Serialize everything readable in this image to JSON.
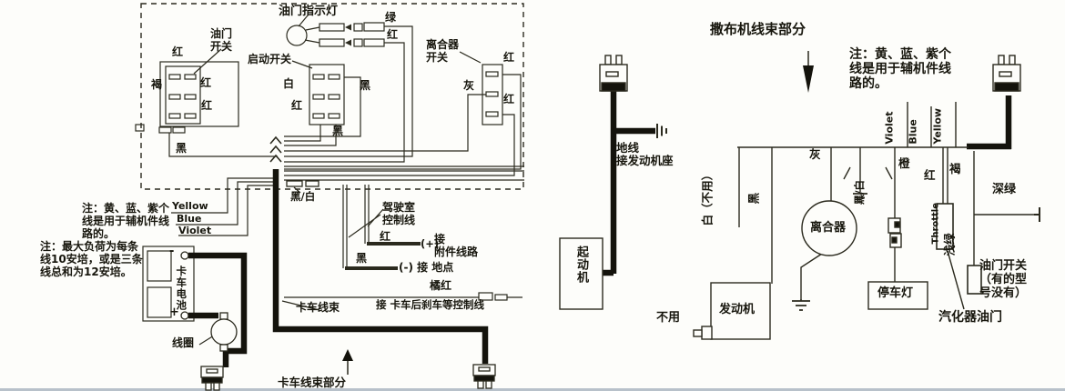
{
  "left": {
    "throttle_indicator_lamp": "油门指示灯",
    "wire_green": "绿",
    "wire_red": "红",
    "throttle_switch": "油门\n开关",
    "start_switch": "启动开关",
    "clutch_switch": "离合器\n开关",
    "block_red_top": "红",
    "block_brown": "褐",
    "block_red_mid": "红",
    "block_red_low": "红",
    "block_black": "黑",
    "start_white": "白",
    "start_red": "红",
    "start_black_right": "黑",
    "start_black_below": "黑",
    "clutch_red_top": "红",
    "clutch_gray": "灰",
    "clutch_red_bottom": "红",
    "note_aux": "注：黄、蓝、紫个\n线是用于辅机件线\n路的。",
    "wire_yellow_en": "Yellow",
    "wire_blue_en": "Blue",
    "wire_violet_en": "Violet",
    "note_max_load": "注：最大负荷为每条\n线10安培，或是三条\n线总和为12安培。",
    "battery": "卡车电池",
    "battery_minus": "-",
    "battery_plus": "+",
    "coil": "线圈",
    "black_white": "黑/白",
    "cab_control": "驾驶室\n控制线",
    "cab_red": "红",
    "plus_mark": "(+)",
    "attach_circuit": "接\n附件线路",
    "cab_black": "黑",
    "ground_point": "(-) 接 地点",
    "orange_red": "橘红",
    "truck_harness": "卡车线束",
    "rear_brake_line": "接 卡车后刹车等控制线",
    "section_title": "卡车线束部分"
  },
  "right": {
    "section_title": "撒布机线束部分",
    "note_aux": "注：黄、蓝、紫个\n线是用于辅机件线\n路的。",
    "ground_wire": "地线\n接发动机座",
    "starter": "起动机",
    "wire_violet_en": "Violet",
    "wire_blue_en": "Blue",
    "wire_yellow_en": "Yellow",
    "white_unused": "白（不用）",
    "black": "黑",
    "gray": "灰",
    "black_white": "黑/白",
    "orange": "橙",
    "red": "红",
    "brown": "褐",
    "clutch": "离合器",
    "throttle_en": "Throttle",
    "dark_green": "深绿",
    "light_green": "浅绿",
    "parking_light": "停车灯",
    "engine": "发动机",
    "not_used": "不用",
    "throttle_switch_note": "油门开关\n（有的型\n号没有）",
    "carburetor_throttle": "汽化器油门"
  },
  "colors": {
    "line": "#2b2a1e",
    "thick_wire": "#14130c",
    "background": "#fdfdfa",
    "footer_band": "#b8c1ca"
  }
}
